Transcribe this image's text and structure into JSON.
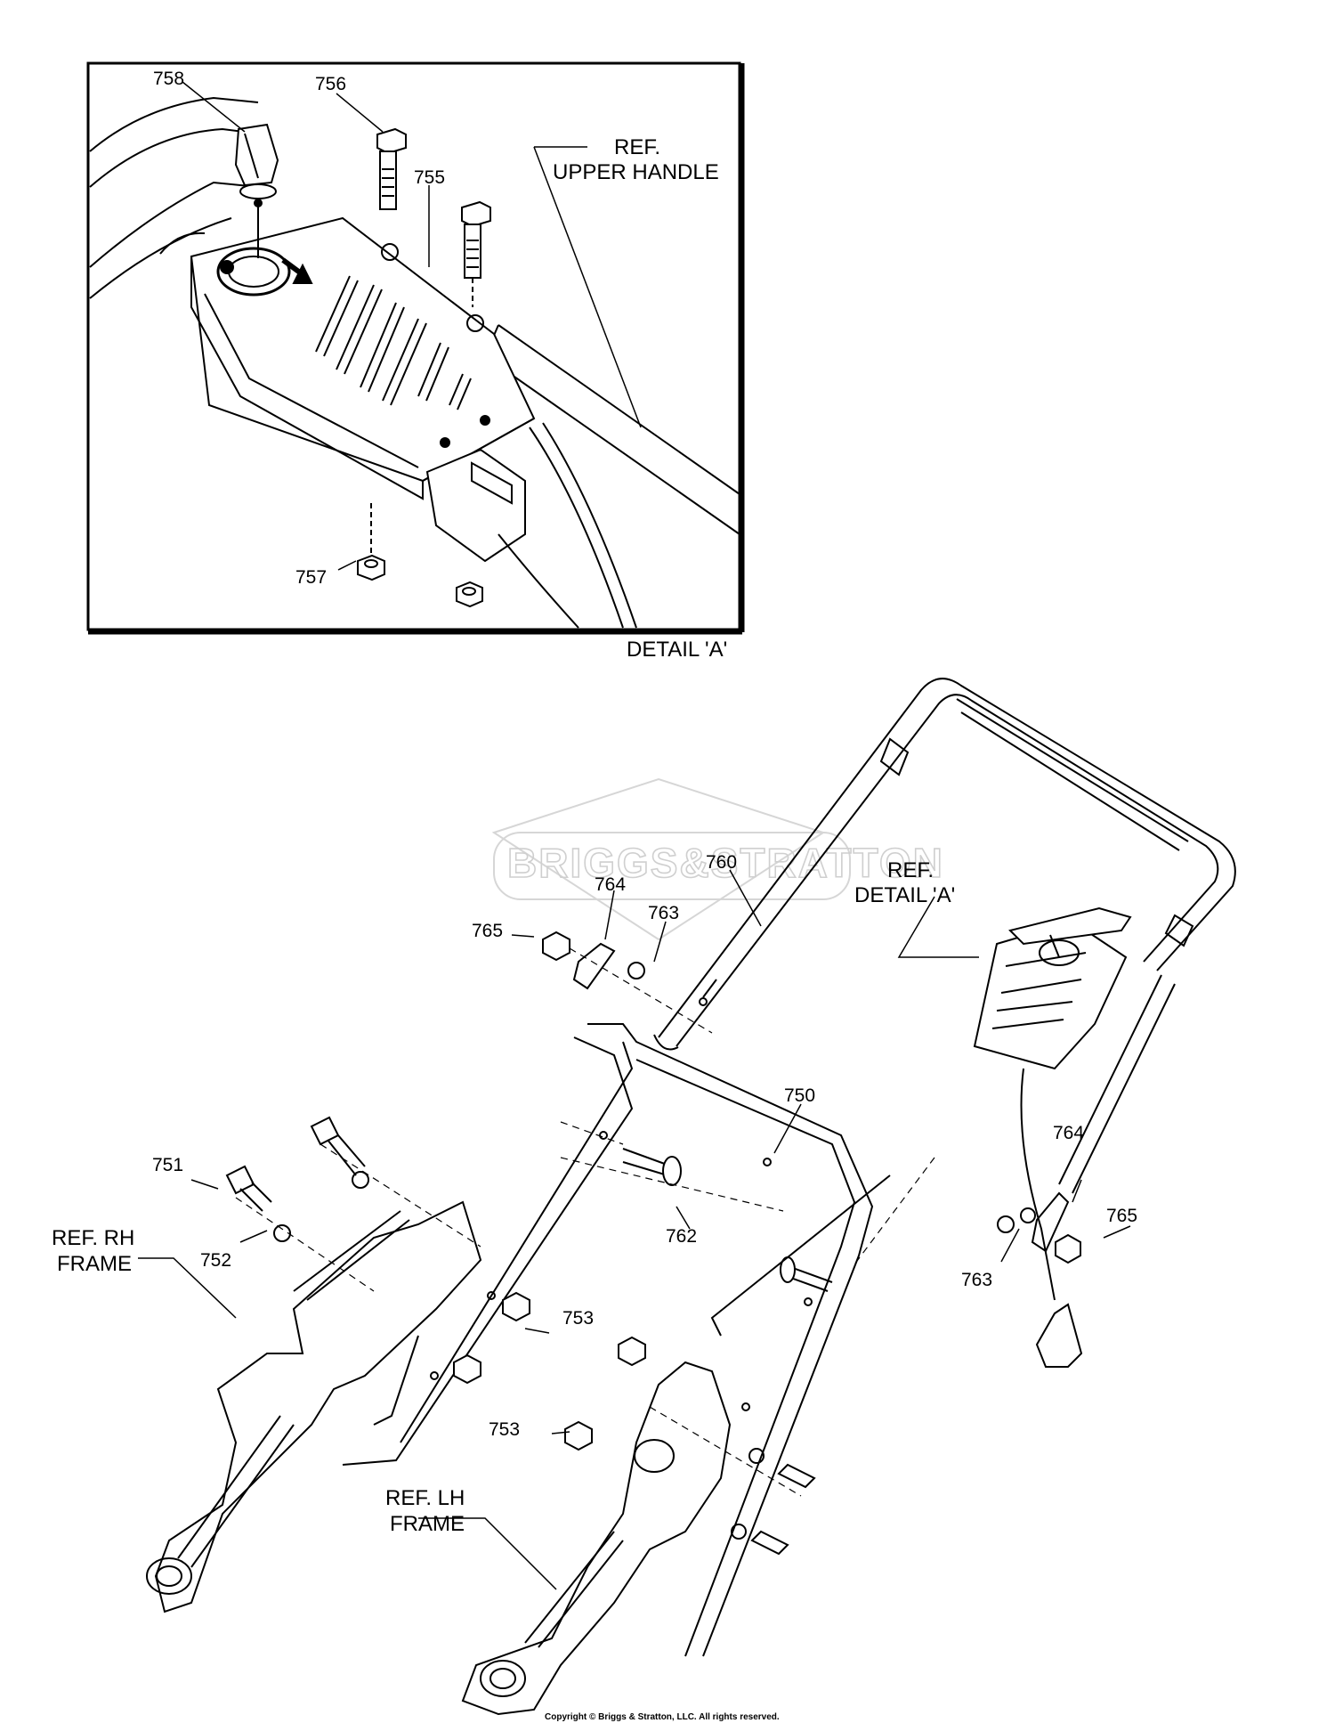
{
  "detail_a": {
    "callouts": {
      "c758": "758",
      "c756": "756",
      "c755": "755",
      "c757": "757"
    },
    "ref_upper_handle": [
      "REF.",
      "UPPER HANDLE"
    ],
    "caption": "DETAIL 'A'"
  },
  "main": {
    "callouts": {
      "c760": "760",
      "c764a": "764",
      "c763a": "763",
      "c765a": "765",
      "c750": "750",
      "c751": "751",
      "c752": "752",
      "c753a": "753",
      "c762": "762",
      "c753b": "753",
      "c764b": "764",
      "c765b": "765",
      "c763b": "763"
    },
    "ref_detail_a": [
      "REF.",
      "DETAIL 'A'"
    ],
    "ref_rh_frame": [
      "REF. RH",
      "FRAME"
    ],
    "ref_lh_frame": [
      "REF. LH",
      "FRAME"
    ]
  },
  "watermark": "BRIGGS&STRATTON",
  "copyright": "Copyright © Briggs & Stratton, LLC. All rights reserved."
}
